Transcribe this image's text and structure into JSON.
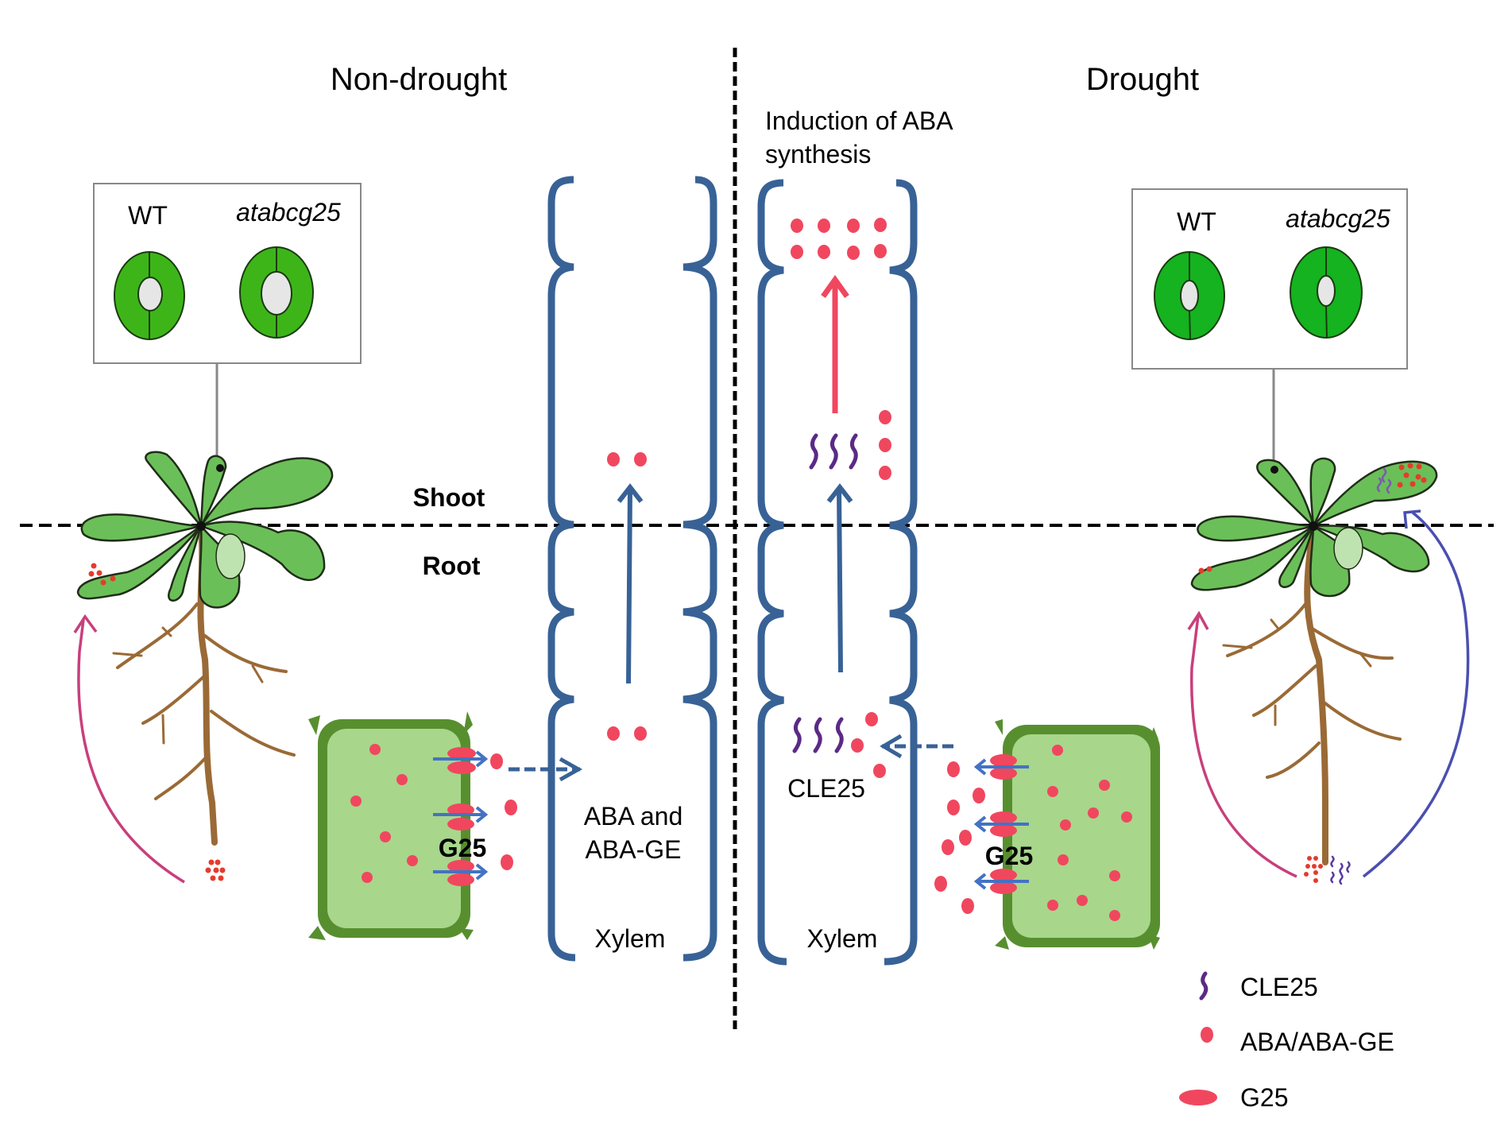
{
  "panels": {
    "left": {
      "title": "Non-drought"
    },
    "right": {
      "title": "Drought",
      "annotation_line1": "Induction of ABA",
      "annotation_line2": "synthesis"
    }
  },
  "stomata_boxes": {
    "left": {
      "wt_label": "WT",
      "mutant_label": "atabcg25",
      "state": "open"
    },
    "right": {
      "wt_label": "WT",
      "mutant_label": "atabcg25",
      "state": "closed"
    }
  },
  "tissue_labels": {
    "shoot": "Shoot",
    "root": "Root"
  },
  "xylem": {
    "left": {
      "content_line1": "ABA and",
      "content_line2": "ABA-GE",
      "label": "Xylem"
    },
    "right": {
      "content": "CLE25",
      "label": "Xylem"
    }
  },
  "cells": {
    "left": {
      "transporter_label": "G25",
      "direction": "out-right"
    },
    "right": {
      "transporter_label": "G25",
      "direction": "out-left"
    }
  },
  "legend": {
    "items": [
      {
        "symbol": "cle25-squiggle-icon",
        "label": "CLE25"
      },
      {
        "symbol": "aba-dot-icon",
        "label": "ABA/ABA-GE"
      },
      {
        "symbol": "g25-ellipse-icon",
        "label": "G25"
      }
    ]
  },
  "colors": {
    "xylem": "#386296",
    "aba": "#f0475f",
    "cle25": "#5b2a86",
    "cell_wall": "#578f2f",
    "cell_body": "#a8d68b",
    "transport_arrow": "#4472c4",
    "synthesis_arrow": "#f0475f",
    "root_arrow_pink": "#c83f7c",
    "root_arrow_blue": "#4a4fb0"
  }
}
